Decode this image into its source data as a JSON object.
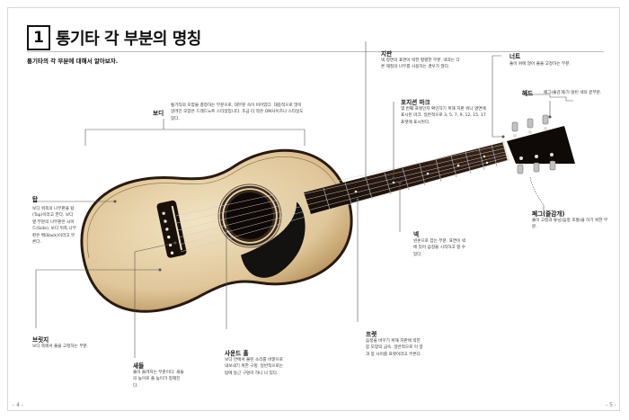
{
  "header": {
    "chapter_number": "1",
    "title": "통기타 각 부분의 명칭"
  },
  "intro": "통기타의 각 부분에 대해서 알아보자.",
  "parts": {
    "body": {
      "label": "보디",
      "desc": "통기타의 모양을 결정하는 부분으로, 대부분 속이 비어있다. 대중적으로 많이 알려진 모양은 드레드노트 스타일입니다. 조금 더 작은 OM사이즈나 스타일도 있다."
    },
    "top": {
      "label": "탑",
      "desc": "보디 위쪽의 나무판을 탑(Top)이라고 한다. 보디 옆 부분의 나무판은 사이드(Side), 보디 뒤쪽 나무판은 백(Back)이라고 부른다."
    },
    "bridge": {
      "label": "브릿지",
      "desc": "보디 쪽에서 줄을 고정하는 부분."
    },
    "saddle": {
      "label": "새들",
      "desc": "줄이 올려지는 부분이다. 새들의 높이로 줄 높이가 정해진다."
    },
    "soundhole": {
      "label": "사운드 홀",
      "desc": "보디 안에서 울린 소리를 바깥으로 내보내기 위한 구멍. 일반적으로는 탑에 둥근 구멍이 하나 나 있다."
    },
    "fret": {
      "label": "프렛",
      "desc": "음정을 바꾸기 위해 지판에 박힌 봉 모양의 금속. 일반적으로 이 봉과 봉 사이를 프렛이라고 부른다."
    },
    "neck": {
      "label": "넥",
      "desc": "왼손으로 잡는 부분. 표면이 넥에 있어 음정을 시작하고 할 수 있다."
    },
    "position_mark": {
      "label": "포지션 마크",
      "desc": "몇 번째 프렛인지 확인하기 위해 지판 위나 옆면에 표시된 마크. 일반적으로 3, 5, 7, 9, 12, 15, 17프렛에 표시된다."
    },
    "fingerboard": {
      "label": "지판",
      "desc": "넥 정면의 표면이 박힌 평평한 부분. 넥과는 다른 재질의 나무를 사용하는 경우가 많다."
    },
    "nut": {
      "label": "너트",
      "desc": "줄이 위에 얹어 줄을 고정하는 부분."
    },
    "head": {
      "label": "헤드",
      "desc": "페그(줄감개)가 달린 넥의 끝부분."
    },
    "peg": {
      "label": "페그(줄감개)",
      "desc": "줄이 고정과 튜닝(음정 조절)을 하기 위한 부분."
    }
  },
  "page_numbers": {
    "left": "- 4 -",
    "right": "- 5 -"
  }
}
